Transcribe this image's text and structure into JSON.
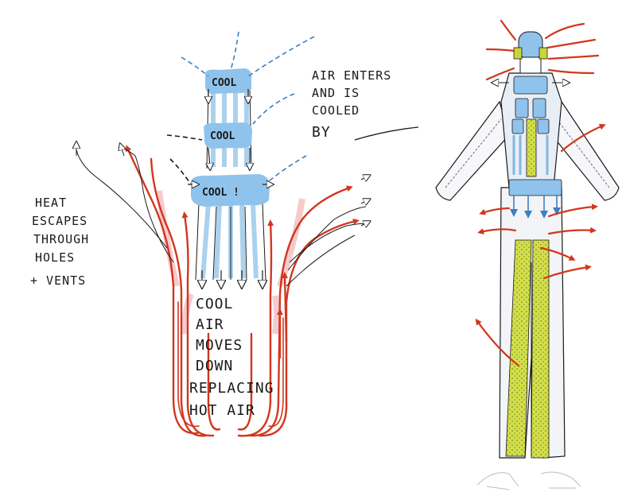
{
  "colors": {
    "cool_blue": "#8fc3ec",
    "cool_blue_dark": "#5c9fd6",
    "heat_red": "#d2361e",
    "heat_pink": "#f4b9bd",
    "ink": "#1a1a1a",
    "gel_yellow": "#c9d63a",
    "gel_green": "#8aa230",
    "paper": "#ffffff"
  },
  "left_diagram": {
    "cool_labels": [
      "COOL",
      "COOL",
      "COOL !"
    ],
    "air_enters_note": [
      "AIR ENTERS",
      "AND IS",
      "COOLED",
      "BY"
    ],
    "heat_note": [
      "HEAT",
      "ESCAPES",
      "THROUGH",
      "HOLES",
      "+ VENTS"
    ],
    "cool_air_note": [
      "COOL",
      "AIR",
      "MOVES",
      "DOWN",
      "REPLACING",
      "HOT AIR"
    ]
  },
  "right_diagram": {
    "icons": [
      "suit-figure",
      "cooling-pads",
      "heat-arrows",
      "gel-strips"
    ]
  }
}
